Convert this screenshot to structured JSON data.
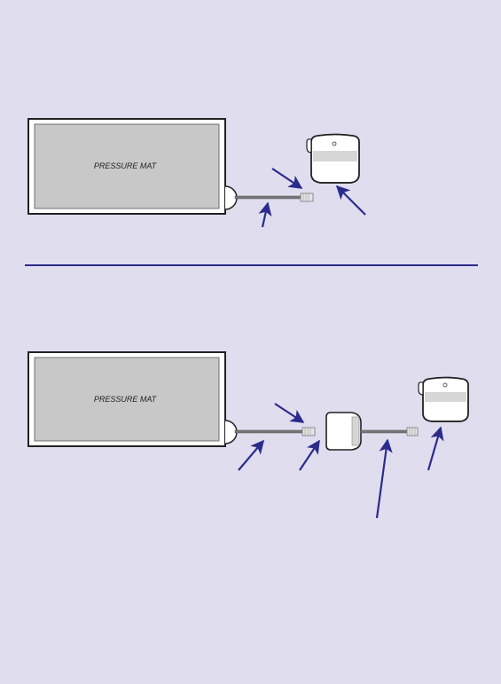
{
  "colors": {
    "background": "#e0ddef",
    "arrow": "#2b2b8c",
    "divider": "#2b2b8c",
    "mat_fill": "#c8c8c8",
    "device_fill": "#ffffff",
    "device_band": "#d6d6d6",
    "outline": "#222222",
    "cable": "#777777"
  },
  "top_setup": {
    "mat_label": "PRESSURE MAT",
    "items": [
      "pressure-mat",
      "mat-cable",
      "cable-plug",
      "monitor-unit"
    ],
    "arrows": 3
  },
  "bottom_setup": {
    "mat_label": "PRESSURE MAT",
    "items": [
      "pressure-mat",
      "mat-cable",
      "cable-plug",
      "adapter-box",
      "adapter-cable",
      "adapter-plug",
      "monitor-unit"
    ],
    "arrows": 5
  },
  "icons": [
    "arrow-icon",
    "plug-icon",
    "monitor-icon",
    "adapter-icon"
  ]
}
